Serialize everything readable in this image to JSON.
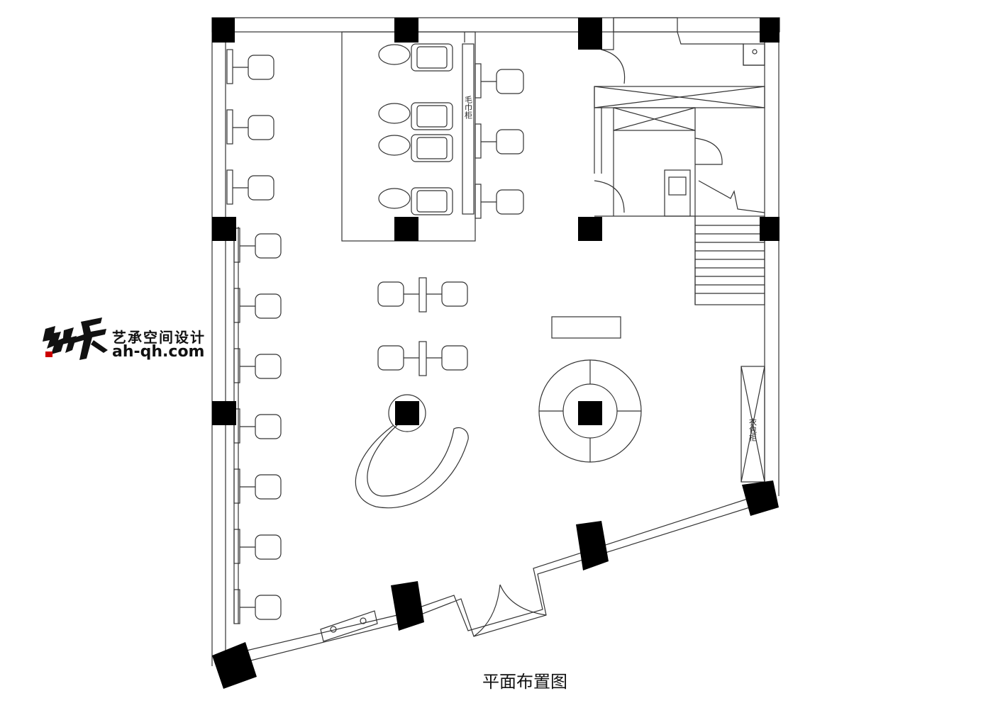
{
  "drawing": {
    "caption": "平面布置图",
    "label_towel_cabinet": "毛巾柜",
    "label_wardrobe": "衣包柜"
  },
  "logo": {
    "chinese_text": "艺承空间设计",
    "url_text": "ah-qh.com"
  },
  "colors": {
    "line": "#333333",
    "column_fill": "#000000",
    "background": "#ffffff",
    "logo_accent": "#cc0000"
  }
}
